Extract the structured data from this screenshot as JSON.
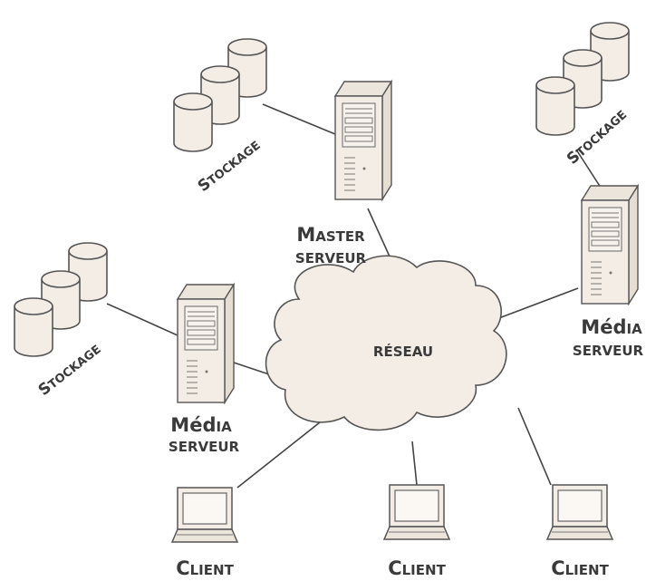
{
  "network": {
    "label": "RÉSEAU"
  },
  "storage": [
    {
      "cap": "S",
      "rest": "TOCKAGE"
    },
    {
      "cap": "S",
      "rest": "TOCKAGE"
    },
    {
      "cap": "S",
      "rest": "TOCKAGE"
    }
  ],
  "master_server": {
    "cap1": "M",
    "rest1": "ASTER",
    "line2": "SERVEUR"
  },
  "media_servers": [
    {
      "cap1": "M",
      "rest1": "éd",
      "tail1": "IA",
      "line2": "SERVEUR"
    },
    {
      "cap1": "M",
      "rest1": "éd",
      "tail1": "IA",
      "line2": "SERVEUR"
    }
  ],
  "clients": [
    {
      "cap": "C",
      "rest": "LIENT"
    },
    {
      "cap": "C",
      "rest": "LIENT"
    },
    {
      "cap": "C",
      "rest": "LIENT"
    }
  ],
  "colors": {
    "line": "#444444",
    "device_fill": "#f3ede6",
    "device_stroke": "#555555",
    "cloud_fill": "#f3ede6",
    "label": "#3a3a3a"
  }
}
